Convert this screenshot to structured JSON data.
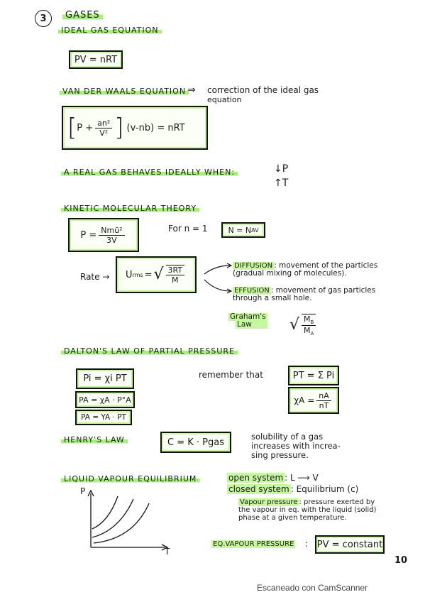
{
  "section": {
    "number": "3",
    "title": "GASES"
  },
  "ideal_gas": {
    "heading": "IDEAL GAS EQUATION",
    "equation": "PV = nRT"
  },
  "van_der_waals": {
    "heading": "VAN DER WAALS EQUATION",
    "arrow": "⇒",
    "note_line1": "correction of the ideal gas",
    "note_line2": "equation",
    "eq_p": "P +",
    "eq_num": "an²",
    "eq_den": "V²",
    "eq_rest": "(v-nb) = nRT"
  },
  "real_gas": {
    "text": "A REAL GAS BEHAVES IDEALLY WHEN:",
    "cond1": "↓P",
    "cond2": "↑T"
  },
  "kinetic": {
    "heading": "KINETIC MOLECULAR THEORY",
    "p_left": "P =",
    "p_num": "Nmū²",
    "p_den": "3V",
    "for_n": "For n = 1",
    "n_eq": "N = N",
    "n_sub": "AV",
    "rate_label": "Rate →",
    "urms": "U",
    "urms_sub": "rms",
    "urms_eq": "=",
    "rt_num": "3RT",
    "rt_den": "M",
    "diffusion_label": "DIFFUSION",
    "diffusion_text": ": movement of the particles (gradual mixing of molecules).",
    "effusion_label": "EFFUSION",
    "effusion_text": ": movement of gas particles through a small hole.",
    "grahams_line1": "Graham's",
    "grahams_line2": "Law",
    "grahams_num": "M",
    "grahams_num_sub": "B",
    "grahams_den": "M",
    "grahams_den_sub": "A"
  },
  "dalton": {
    "heading": "DALTON'S LAW OF PARTIAL PRESSURE",
    "eq1": "Pi = χi PT",
    "eq2": "PA = χA · P°A",
    "eq3": "PA = YA · PT",
    "remember": "remember that",
    "eq4": "PT = Σ Pi",
    "eq5_left": "χA =",
    "eq5_num": "nA",
    "eq5_den": "nT"
  },
  "henry": {
    "heading": "HENRY'S LAW",
    "equation": "C = K · Pgas",
    "text_line1": "solubility of a gas",
    "text_line2": "increases with increa-",
    "text_line3": "sing pressure."
  },
  "liquid_vapour": {
    "heading": "LIQUID VAPOUR EQUILIBRIUM",
    "axis_y": "P",
    "axis_x": "T",
    "open_label": "open system",
    "open_text": ": L ⟶ V",
    "closed_label": "closed system",
    "closed_text": ": Equilibrium (c)",
    "vp_label": "Vapour pressure",
    "vp_text": ": pressure exerted by the vapour in eq. with the liquid (solid) phase at a given temperature.",
    "eq_label": "EQ.VAPOUR PRESSURE",
    "eq_box": "PV = constant"
  },
  "page_number": "10",
  "footer": "Escaneado con CamScanner"
}
